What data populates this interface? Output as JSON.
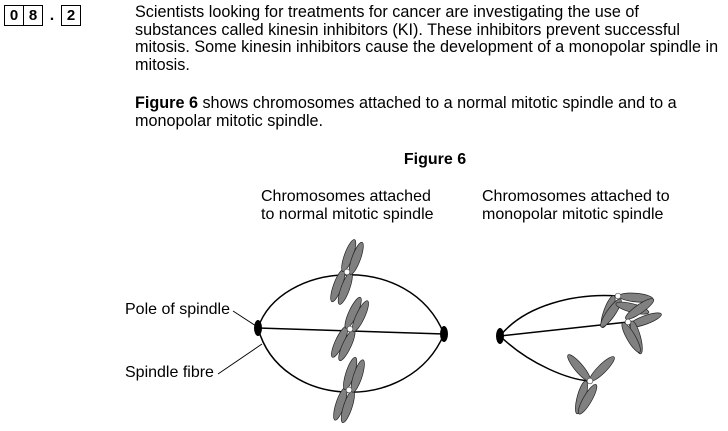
{
  "question": {
    "digits": [
      "0",
      "8",
      "2"
    ],
    "separator": "."
  },
  "text": {
    "paragraph1": "Scientists looking for treatments for cancer are investigating the use of substances called kinesin inhibitors (KI).  These inhibitors prevent successful mitosis.  Some kinesin inhibitors cause the development of a monopolar spindle in mitosis.",
    "paragraph2_ref": "Figure 6",
    "paragraph2_rest": " shows chromosomes attached to a normal mitotic spindle and to a monopolar mitotic spindle."
  },
  "figure": {
    "title": "Figure 6",
    "caption_normal_line1": "Chromosomes attached",
    "caption_normal_line2": "to normal mitotic spindle",
    "caption_mono_line1": "Chromosomes attached to",
    "caption_mono_line2": "monopolar mitotic spindle",
    "label_pole": "Pole of spindle",
    "label_fibre": "Spindle fibre",
    "colors": {
      "chromatid": "#808080",
      "pole": "#000000",
      "line": "#000000"
    }
  }
}
